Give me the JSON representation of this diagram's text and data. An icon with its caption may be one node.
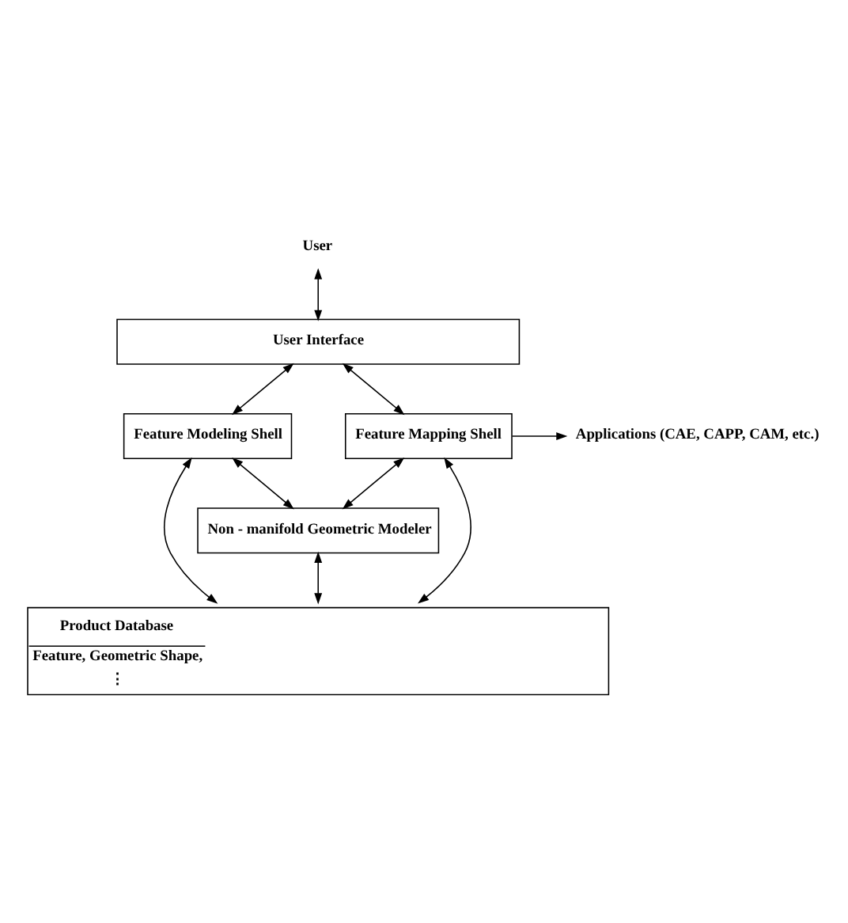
{
  "diagram": {
    "nodes": [
      {
        "text": [
          "User"
        ]
      },
      {
        "text": [
          "User Interface"
        ]
      },
      {
        "text": [
          "Feature Modeling Shell"
        ]
      },
      {
        "text": [
          "Feature Mapping Shell"
        ]
      },
      {
        "text": [
          "Applications (CAE, CAPP, CAM, etc.)"
        ]
      },
      {
        "text": [
          "Non - manifold Geometric Modeler"
        ]
      },
      {
        "text": [
          "Product Database",
          "Feature, Geometric Shape,",
          "⋮"
        ]
      }
    ],
    "edges": [
      {
        "from": 0,
        "to": 1,
        "arrow": "both"
      },
      {
        "from": 1,
        "to": 2,
        "arrow": "both"
      },
      {
        "from": 1,
        "to": 3,
        "arrow": "both"
      },
      {
        "from": 3,
        "to": 4,
        "arrow": "to"
      },
      {
        "from": 2,
        "to": 5,
        "arrow": "both"
      },
      {
        "from": 3,
        "to": 5,
        "arrow": "both"
      },
      {
        "from": 5,
        "to": 6,
        "arrow": "both"
      },
      {
        "from": 2,
        "to": 6,
        "arrow": "both"
      },
      {
        "from": 3,
        "to": 6,
        "arrow": "both"
      }
    ]
  }
}
